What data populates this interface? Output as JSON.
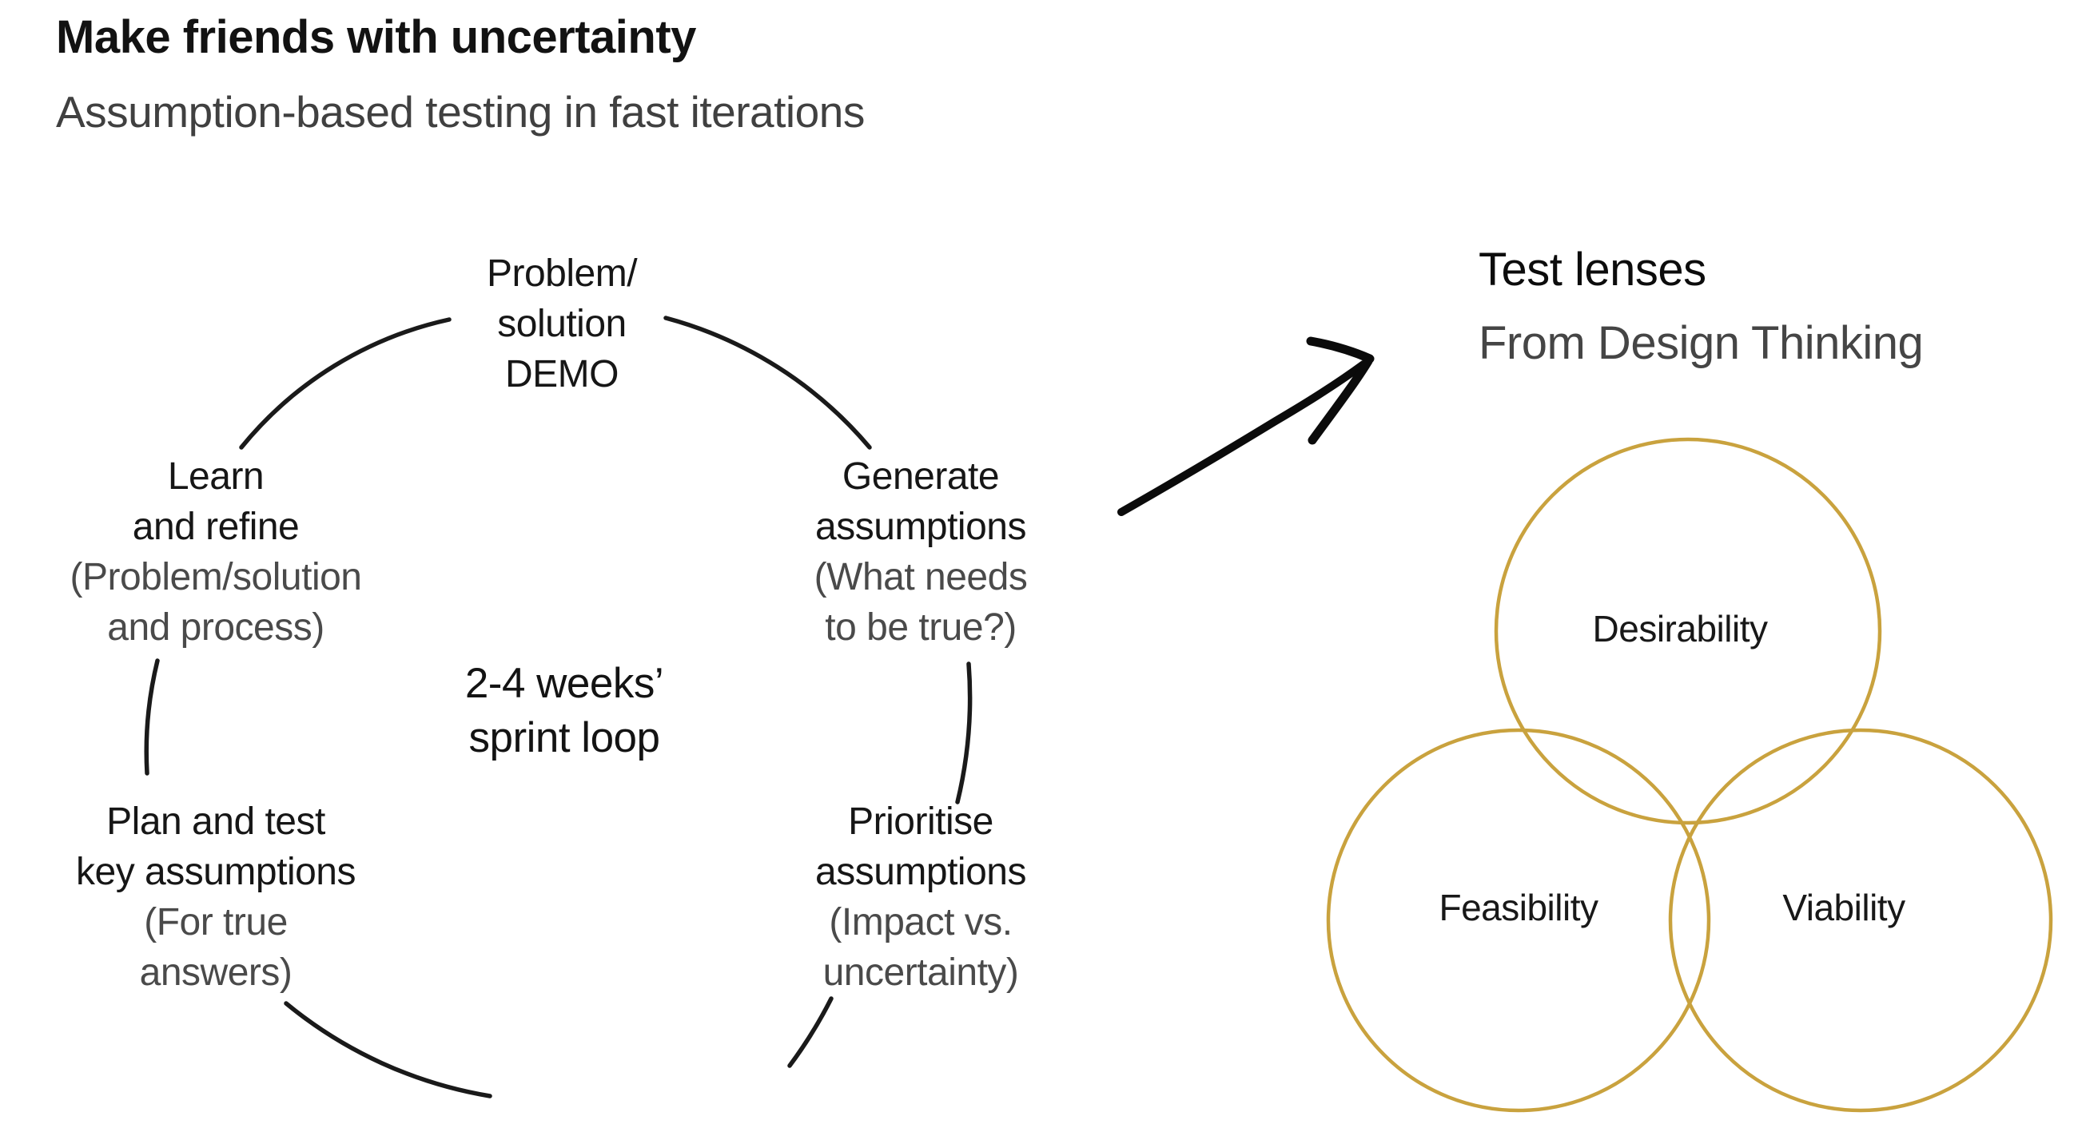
{
  "slide": {
    "title": "Make friends with uncertainty",
    "subtitle": "Assumption-based testing in fast iterations"
  },
  "sprint_cycle": {
    "center_label": {
      "l1": "2-4 weeks’",
      "l2": "sprint loop"
    },
    "top": {
      "l1": "Problem/",
      "l2": "solution",
      "l3": "DEMO"
    },
    "right": {
      "l1": "Generate",
      "l2": "assumptions",
      "l3": "(What needs",
      "l4": "to be true?)"
    },
    "bottom_right": {
      "l1": "Prioritise",
      "l2": "assumptions",
      "l3": "(Impact vs.",
      "l4": "uncertainty)"
    },
    "bottom_left": {
      "l1": "Plan and test",
      "l2": "key assumptions",
      "l3": "(For true",
      "l4": "answers)"
    },
    "left": {
      "l1": "Learn",
      "l2": "and refine",
      "l3": "(Problem/solution",
      "l4": "and process)"
    }
  },
  "test_lenses": {
    "title": "Test lenses",
    "subtitle": "From Design Thinking",
    "lenses": [
      {
        "label": "Desirability"
      },
      {
        "label": "Feasibility"
      },
      {
        "label": "Viability"
      }
    ]
  },
  "icons": {
    "arrow": "hand-drawn-arrow"
  },
  "colors": {
    "ink": "#141414",
    "muted": "#4a4a4a",
    "gold": "#C9A23E"
  }
}
